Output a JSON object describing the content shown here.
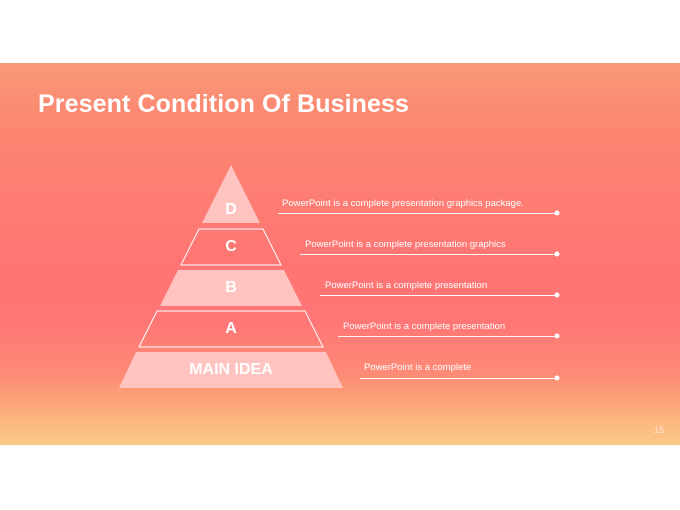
{
  "slide": {
    "title": "Present Condition Of Business",
    "page_number": "15"
  },
  "pyramid": {
    "tiers": [
      {
        "label": "D",
        "style": "filled"
      },
      {
        "label": "C",
        "style": "outline"
      },
      {
        "label": "B",
        "style": "filled"
      },
      {
        "label": "A",
        "style": "outline"
      },
      {
        "label": "MAIN IDEA",
        "style": "filled"
      }
    ]
  },
  "callouts": [
    {
      "text": "PowerPoint is a complete presentation graphics package."
    },
    {
      "text": "PowerPoint is a complete presentation graphics"
    },
    {
      "text": "PowerPoint is a complete presentation"
    },
    {
      "text": "PowerPoint is a complete presentation"
    },
    {
      "text": "PowerPoint is a complete"
    }
  ],
  "colors": {
    "tier_fill": "#ffc4c0",
    "tier_outline": "#ffffff",
    "text": "#ffffff"
  }
}
